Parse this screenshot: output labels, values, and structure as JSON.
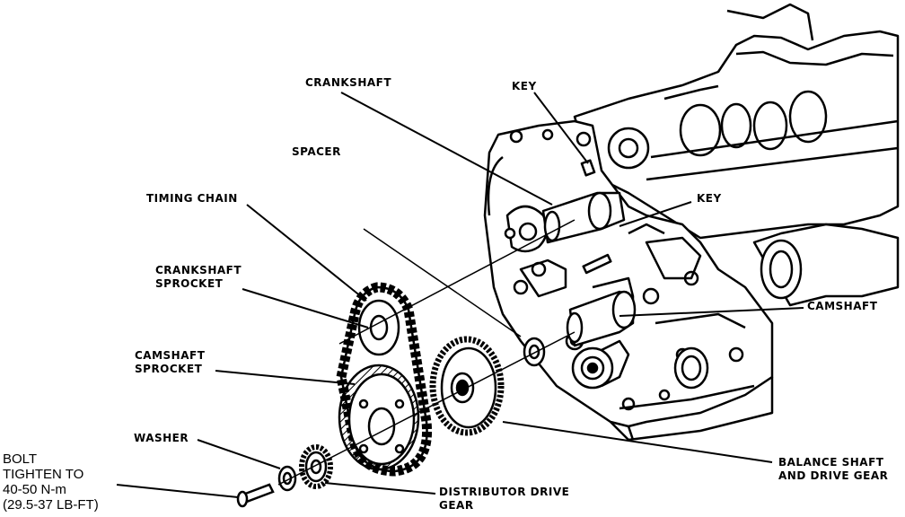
{
  "labels": {
    "crankshaft": "CRANKSHAFT",
    "key_top": "KEY",
    "spacer": "SPACER",
    "timing_chain": "TIMING CHAIN",
    "key_mid": "KEY",
    "crankshaft_sprocket": [
      "CRANKSHAFT",
      "SPROCKET"
    ],
    "camshaft": "CAMSHAFT",
    "camshaft_sprocket": [
      "CAMSHAFT",
      "SPROCKET"
    ],
    "washer": "WASHER",
    "balance_shaft": [
      "BALANCE SHAFT",
      "AND DRIVE GEAR"
    ],
    "bolt": [
      "BOLT",
      "TIGHTEN TO",
      "40-50 N-m",
      "(29.5-37 LB-FT)"
    ],
    "distributor_gear": [
      "DISTRIBUTOR DRIVE",
      "GEAR"
    ]
  },
  "colors": {
    "ink": "#000000",
    "paper": "#ffffff"
  }
}
